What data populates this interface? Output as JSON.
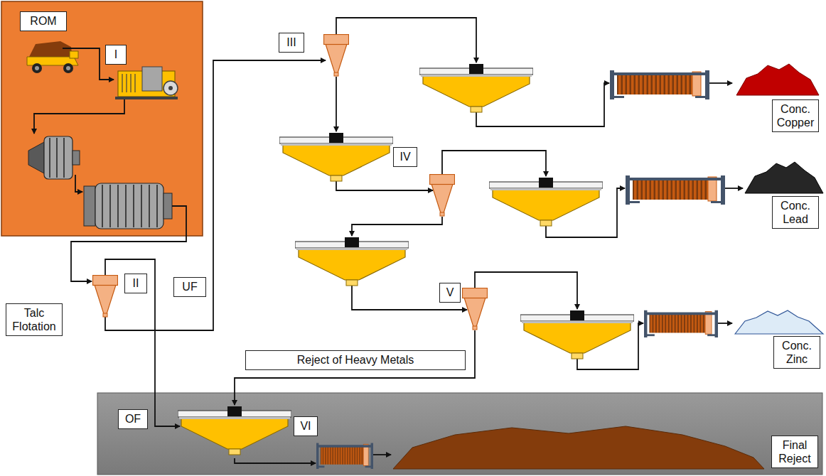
{
  "diagram": {
    "nodes": [
      {
        "text": [
          "ROM"
        ]
      },
      {
        "text": [
          "I"
        ]
      },
      {
        "text": [
          "III"
        ]
      },
      {
        "text": [
          "Conc. Copper"
        ]
      },
      {
        "text": [
          "IV"
        ]
      },
      {
        "text": [
          "Conc. Lead"
        ]
      },
      {
        "text": [
          "UF"
        ]
      },
      {
        "text": [
          "V"
        ]
      },
      {
        "text": [
          "Conc. Zinc"
        ]
      },
      {
        "text": [
          "Reject of Heavy Metals"
        ]
      },
      {
        "text": [
          "II"
        ]
      },
      {
        "text": [
          "Talc Flotation"
        ]
      },
      {
        "text": [
          "OF"
        ]
      },
      {
        "text": [
          "VI"
        ]
      },
      {
        "text": [
          "Final Reject"
        ]
      }
    ]
  }
}
